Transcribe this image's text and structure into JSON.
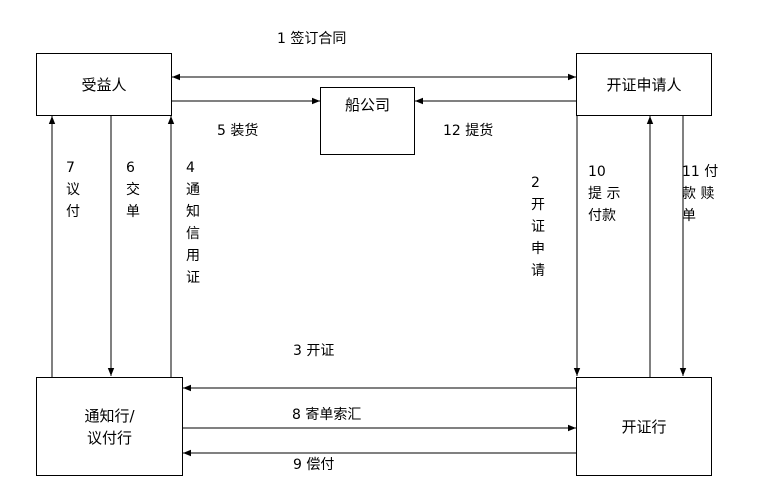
{
  "nodes": {
    "beneficiary": "受益人",
    "applicant": "开证申请人",
    "shipping_company": "船公司",
    "advising_bank": "通知行/\n议付行",
    "issuing_bank": "开证行"
  },
  "steps": {
    "s1": "1 签订合同",
    "s2": "2\n开\n证\n申\n请",
    "s3": "3 开证",
    "s4": "4\n通\n知\n信\n用\n证",
    "s5": "5 装货",
    "s6": "6\n交\n单",
    "s7": "7\n议\n付",
    "s8": "8 寄单索汇",
    "s9": "9 偿付",
    "s10": "10\n提 示\n付款",
    "s11": "11 付\n款 赎\n单",
    "s12": "12 提货"
  }
}
